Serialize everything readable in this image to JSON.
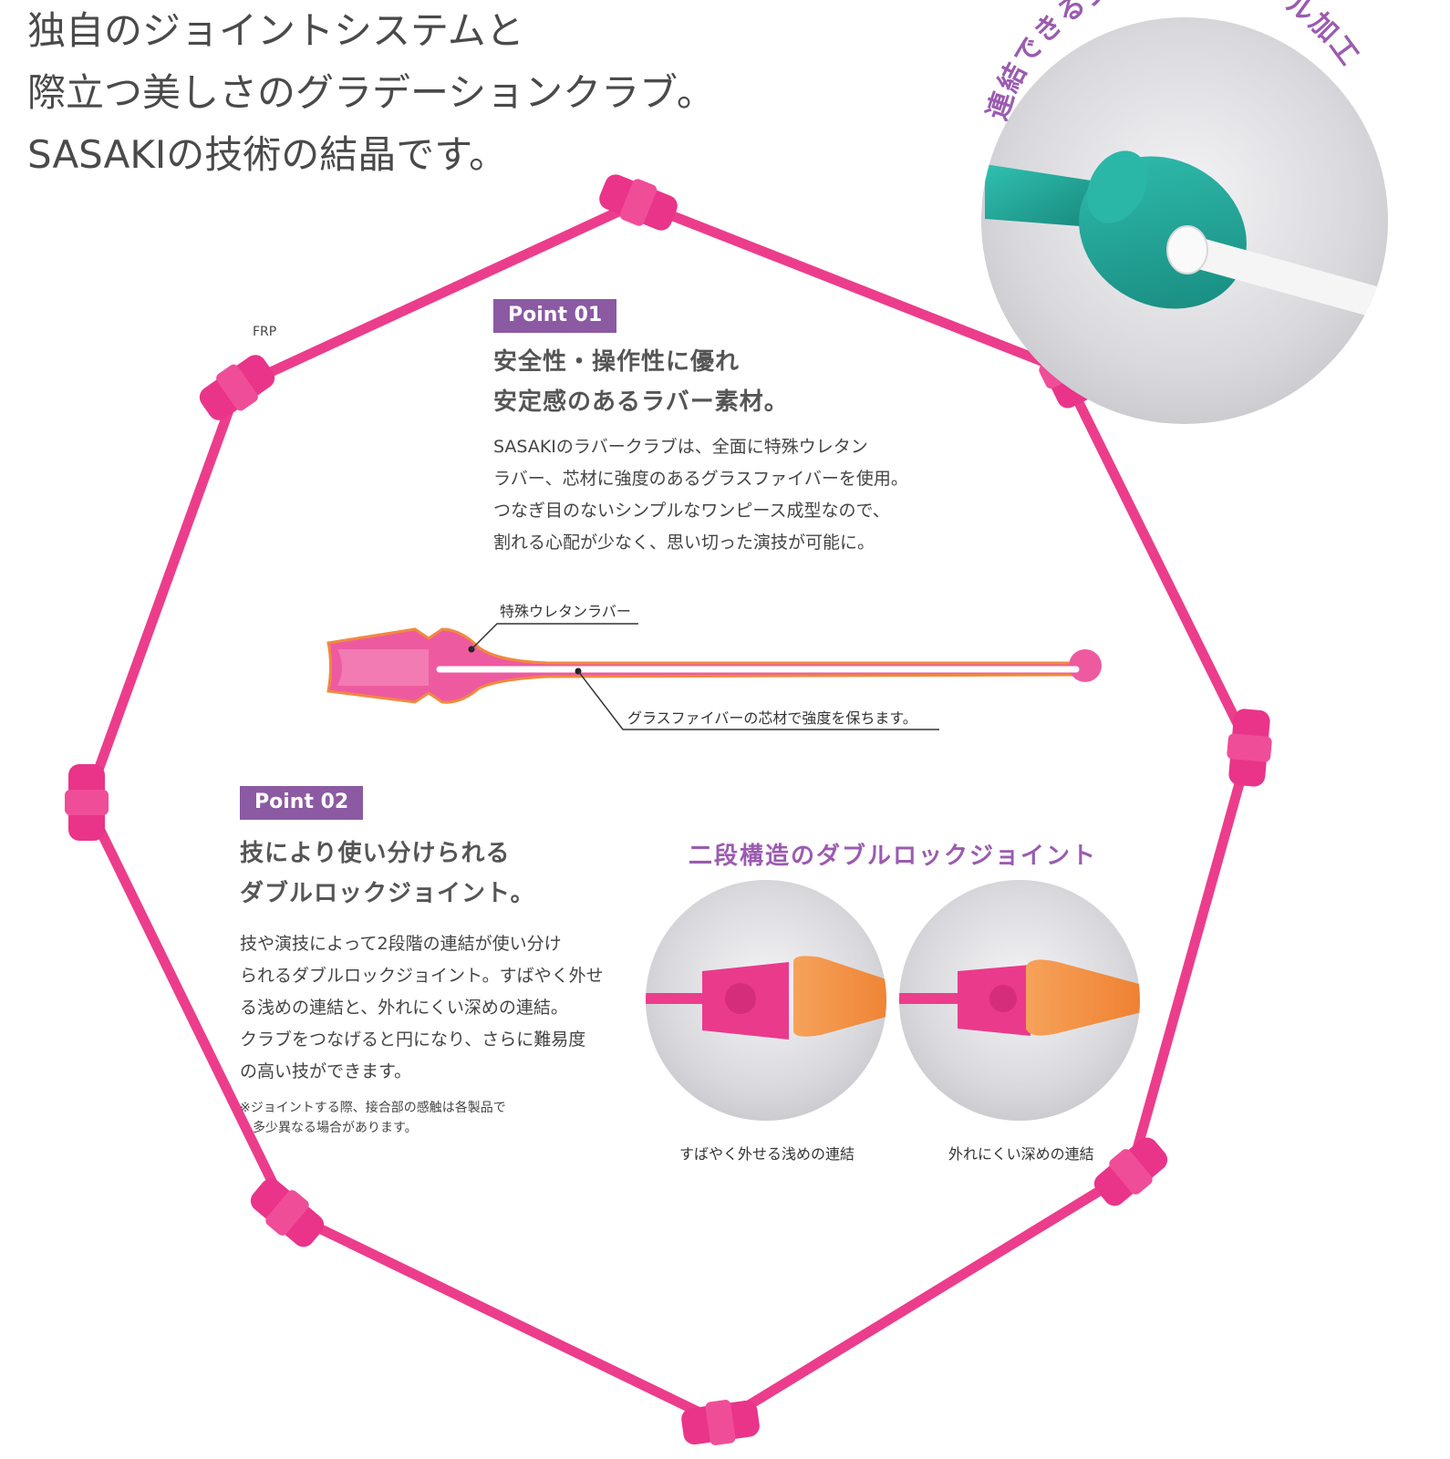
{
  "headline": {
    "line1": "独自のジョイントシステムと",
    "line2": "際立つ美しさのグラデーションクラブ。",
    "line3": "SASAKIの技術の結晶です。"
  },
  "frp_label": "FRP",
  "arc_label": "連結できるジョイントホール加工",
  "point1": {
    "badge": "Point 01",
    "title_line1": "安全性・操作性に優れ",
    "title_line2": "安定感のあるラバー素材。",
    "body": [
      "SASAKIのラバークラブは、全面に特殊ウレタン",
      "ラバー、芯材に強度のあるグラスファイバーを使用。",
      "つなぎ目のないシンプルなワンピース成型なので、",
      "割れる心配が少なく、思い切った演技が可能に。"
    ]
  },
  "diagram": {
    "label_rubber": "特殊ウレタンラバー",
    "label_fiber": "グラスファイバーの芯材で強度を保ちます。"
  },
  "point2": {
    "badge": "Point 02",
    "title_line1": "技により使い分けられる",
    "title_line2": "ダブルロックジョイント。",
    "body": [
      "技や演技によって2段階の連結が使い分け",
      "られるダブルロックジョイント。すばやく外せ",
      "る浅めの連結と、外れにくい深めの連結。",
      "クラブをつなげると円になり、さらに難易度",
      "の高い技ができます。"
    ],
    "note": [
      "※ジョイントする際、接合部の感触は各製品で",
      "　多少異なる場合があります。"
    ]
  },
  "double_lock": {
    "title": "二段構造のダブルロックジョイント",
    "caption_shallow": "すばやく外せる浅めの連結",
    "caption_deep": "外れにくい深めの連結"
  },
  "colors": {
    "pink": "#ec3d8c",
    "purple": "#8b5aa3",
    "teal": "#1fa79a",
    "orange": "#f08a3e"
  }
}
